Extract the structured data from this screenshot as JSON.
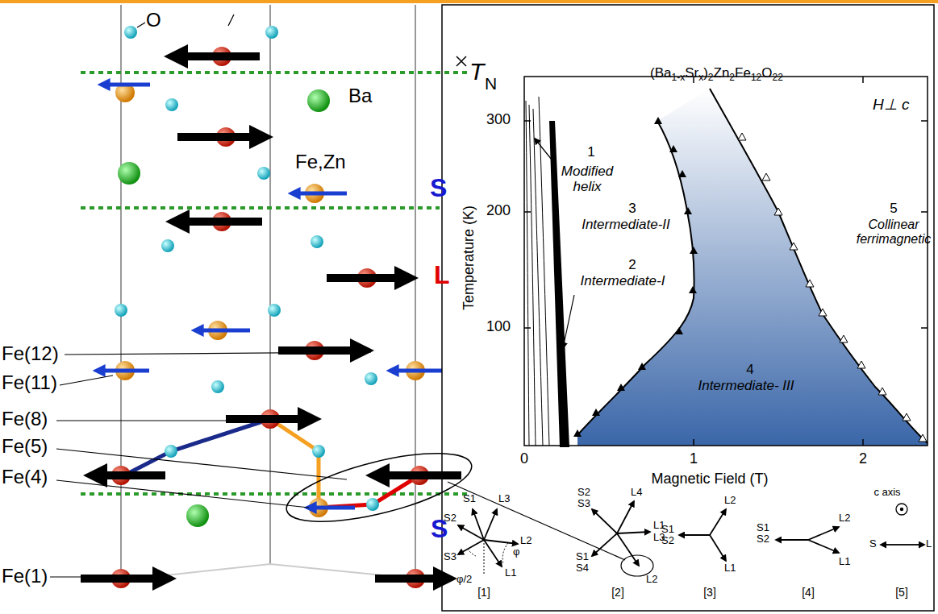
{
  "diagram": {
    "labels": [
      "O",
      "Ba",
      "Fe,Zn",
      "S",
      "L",
      "Fe(12)",
      "Fe(11)",
      "Fe(8)",
      "Fe(5)",
      "Fe(4)",
      "S",
      "Fe(1)",
      "T",
      "N",
      "(Ba",
      "1-x",
      "Sr",
      "x",
      ")",
      "2",
      "Zn",
      "2",
      "Fe",
      "12",
      "O",
      "22",
      "H⊥ c",
      "300",
      "200",
      "100",
      "0",
      "1",
      "2",
      "Temperature (K)",
      "Magnetic Field (T)",
      "1",
      "Modified helix",
      "3",
      "Intermediate-II",
      "2",
      "Intermediate-I",
      "4",
      "Intermediate- III",
      "5",
      "Collinear ferrimagnetic",
      "S1",
      "L3",
      "S2",
      "L2",
      "S3",
      "L1",
      "φ",
      "φ/2",
      "S2",
      "S3",
      "L4",
      "L1",
      "L3",
      "S1",
      "S4",
      "L2",
      "S1",
      "S2",
      "L2",
      "L1",
      "S1",
      "S2",
      "L2",
      "L1",
      "c axis",
      "S",
      "L",
      "[1]",
      "[2]",
      "[3]",
      "[4]",
      "[5]"
    ]
  }
}
